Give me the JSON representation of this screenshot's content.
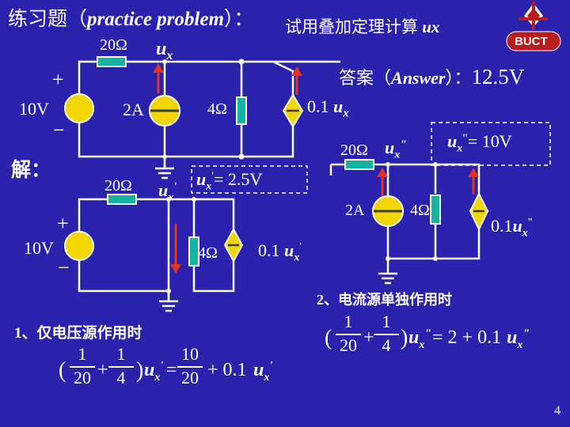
{
  "header": {
    "title_prefix": "练习题（",
    "title_en": "practice problem",
    "title_suffix": "）：",
    "task": "试用叠加定理计算 ",
    "task_var": "ux"
  },
  "logo": {
    "text": "BUCT",
    "color": "#b81d1d"
  },
  "answer": {
    "label": "答案（",
    "label_en": "Answer",
    "label_suffix": "）：",
    "value": "12.5V"
  },
  "circuit_main": {
    "r_left": "20Ω",
    "ux_var": "u",
    "ux_sub": "x",
    "v_source": "10V",
    "plus": "+",
    "minus": "−",
    "i_source": "2A",
    "r_right": "4Ω",
    "dep_coef": "0.1",
    "dep_var": "u",
    "dep_sub": "x"
  },
  "solution": {
    "label": "解："
  },
  "circuit_one": {
    "r_left": "20Ω",
    "ux_var": "u",
    "ux_sub": "x",
    "prime": "'",
    "result": "= 2.5V",
    "v_source": "10V",
    "plus": "+",
    "minus": "−",
    "r_right": "4Ω",
    "dep_coef": "0.1",
    "arrow_down": "↓",
    "caption": "1、仅电压源作用时"
  },
  "eq1": {
    "open": "(",
    "n1": "1",
    "d1": "20",
    "plus": "+",
    "n2": "1",
    "d2": "4",
    "close": ")",
    "u": "u",
    "sub": "x",
    "prime": "'",
    "eq": "=",
    "n3": "10",
    "d3": "20",
    "plus2": "+ 0.1"
  },
  "circuit_two": {
    "r_left": "20Ω",
    "ux_var": "u",
    "ux_sub": "x",
    "dprime": "\"",
    "result": "= 10V",
    "i_source": "2A",
    "r_right": "4Ω",
    "dep_coef": "0.1",
    "caption": "2、电流源单独作用时"
  },
  "eq2": {
    "open": "(",
    "n1": "1",
    "d1": "20",
    "plus": "+",
    "n2": "1",
    "d2": "4",
    "close": ")",
    "u": "u",
    "sub": "x",
    "dprime": "\"",
    "eq": "= 2 + 0.1"
  },
  "page_number": "4",
  "colors": {
    "background": "#2a22ac",
    "wire": "#ffffff",
    "source_fill": "#f2d600",
    "resistor_fill": "#14b4a0",
    "arrow": "#e23322",
    "result_box": "#ffffff"
  }
}
